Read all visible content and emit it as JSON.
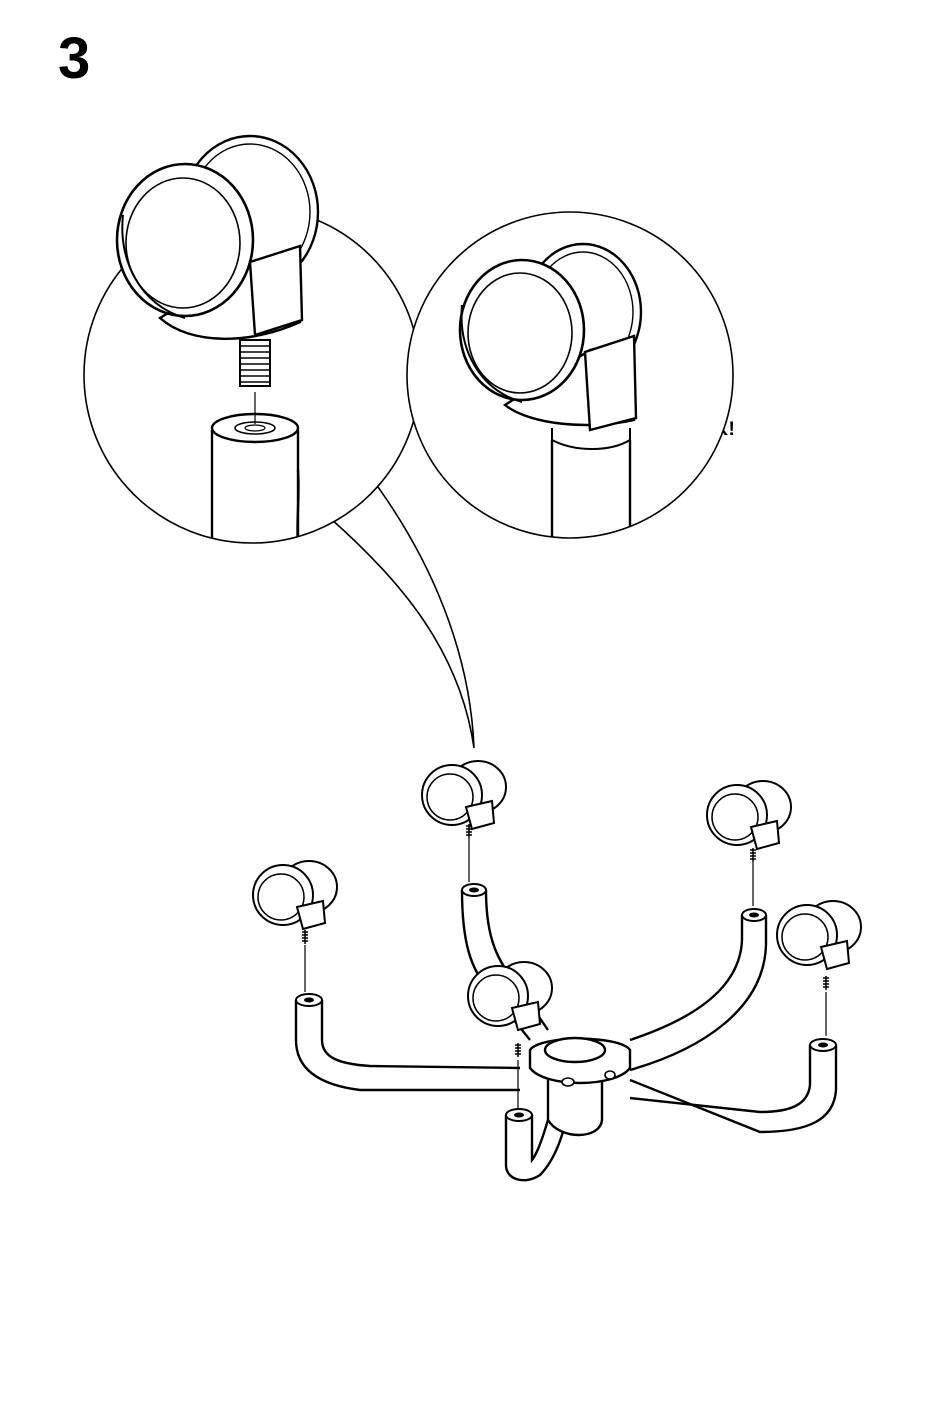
{
  "step": {
    "number": "3"
  },
  "annotations": {
    "click": "CLICK!"
  },
  "illustration": {
    "caster_count": 5,
    "leg_count": 5,
    "icons": [
      "caster-wheel-icon",
      "threaded-stem-icon",
      "leg-socket-icon",
      "star-base-icon",
      "zoom-callout-icon"
    ]
  }
}
